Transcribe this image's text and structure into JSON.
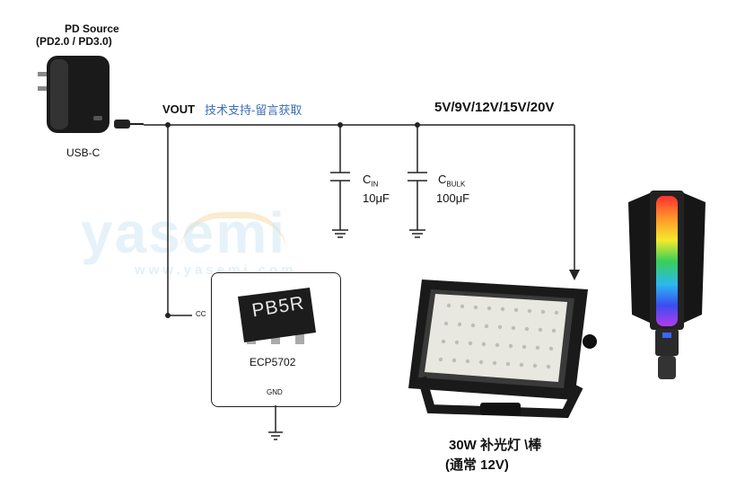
{
  "source": {
    "title": "PD Source",
    "protocol": "(PD2.0 / PD3.0)",
    "connector": "USB-C"
  },
  "rails": {
    "vout_label": "VOUT",
    "support_text": "技术支持-留言获取",
    "voltages": "5V/9V/12V/15V/20V"
  },
  "capacitors": [
    {
      "name_main": "C",
      "name_sub": "IN",
      "value": "10μF"
    },
    {
      "name_main": "C",
      "name_sub": "BULK",
      "value": "100μF"
    }
  ],
  "chip": {
    "marking": "PB5R",
    "part": "ECP5702",
    "pin_cc": "CC",
    "pin_gnd": "GND"
  },
  "load": {
    "title": "30W 补光灯 \\棒",
    "subtitle": "(通常 12V)"
  },
  "watermark": {
    "brand": "yasemi",
    "url": "www.yasemi.com"
  },
  "colors": {
    "wire": "#222222",
    "link": "#3c6fb8"
  }
}
